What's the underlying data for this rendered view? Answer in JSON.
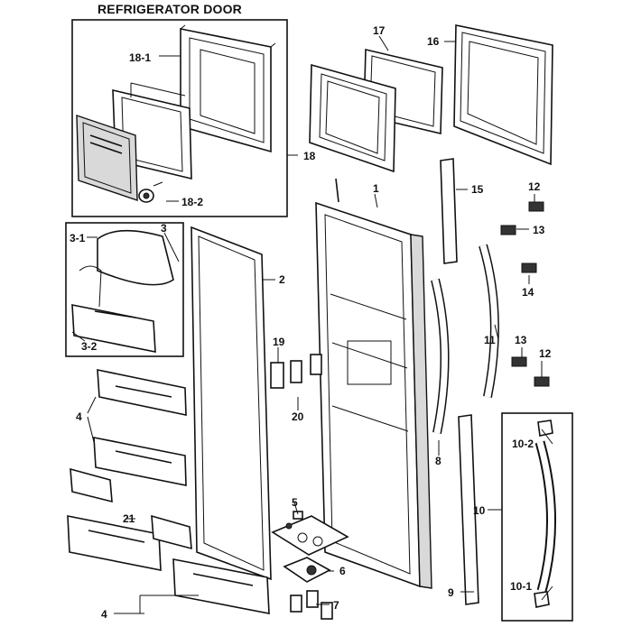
{
  "title": "REFRIGERATOR DOOR",
  "callouts": {
    "c1": "1",
    "c2": "2",
    "c3": "3",
    "c3_1": "3-1",
    "c3_2": "3-2",
    "c4a": "4",
    "c4b": "4",
    "c5": "5",
    "c6": "6",
    "c7": "7",
    "c8": "8",
    "c9": "9",
    "c10": "10",
    "c10_1": "10-1",
    "c10_2": "10-2",
    "c11": "11",
    "c12a": "12",
    "c12b": "12",
    "c13a": "13",
    "c13b": "13",
    "c14": "14",
    "c15": "15",
    "c16": "16",
    "c17": "17",
    "c18": "18",
    "c18_1": "18-1",
    "c18_2": "18-2",
    "c19": "19",
    "c20": "20",
    "c21": "21"
  },
  "colors": {
    "line": "#111111",
    "shade": "#d9d9d9",
    "background": "#ffffff"
  }
}
